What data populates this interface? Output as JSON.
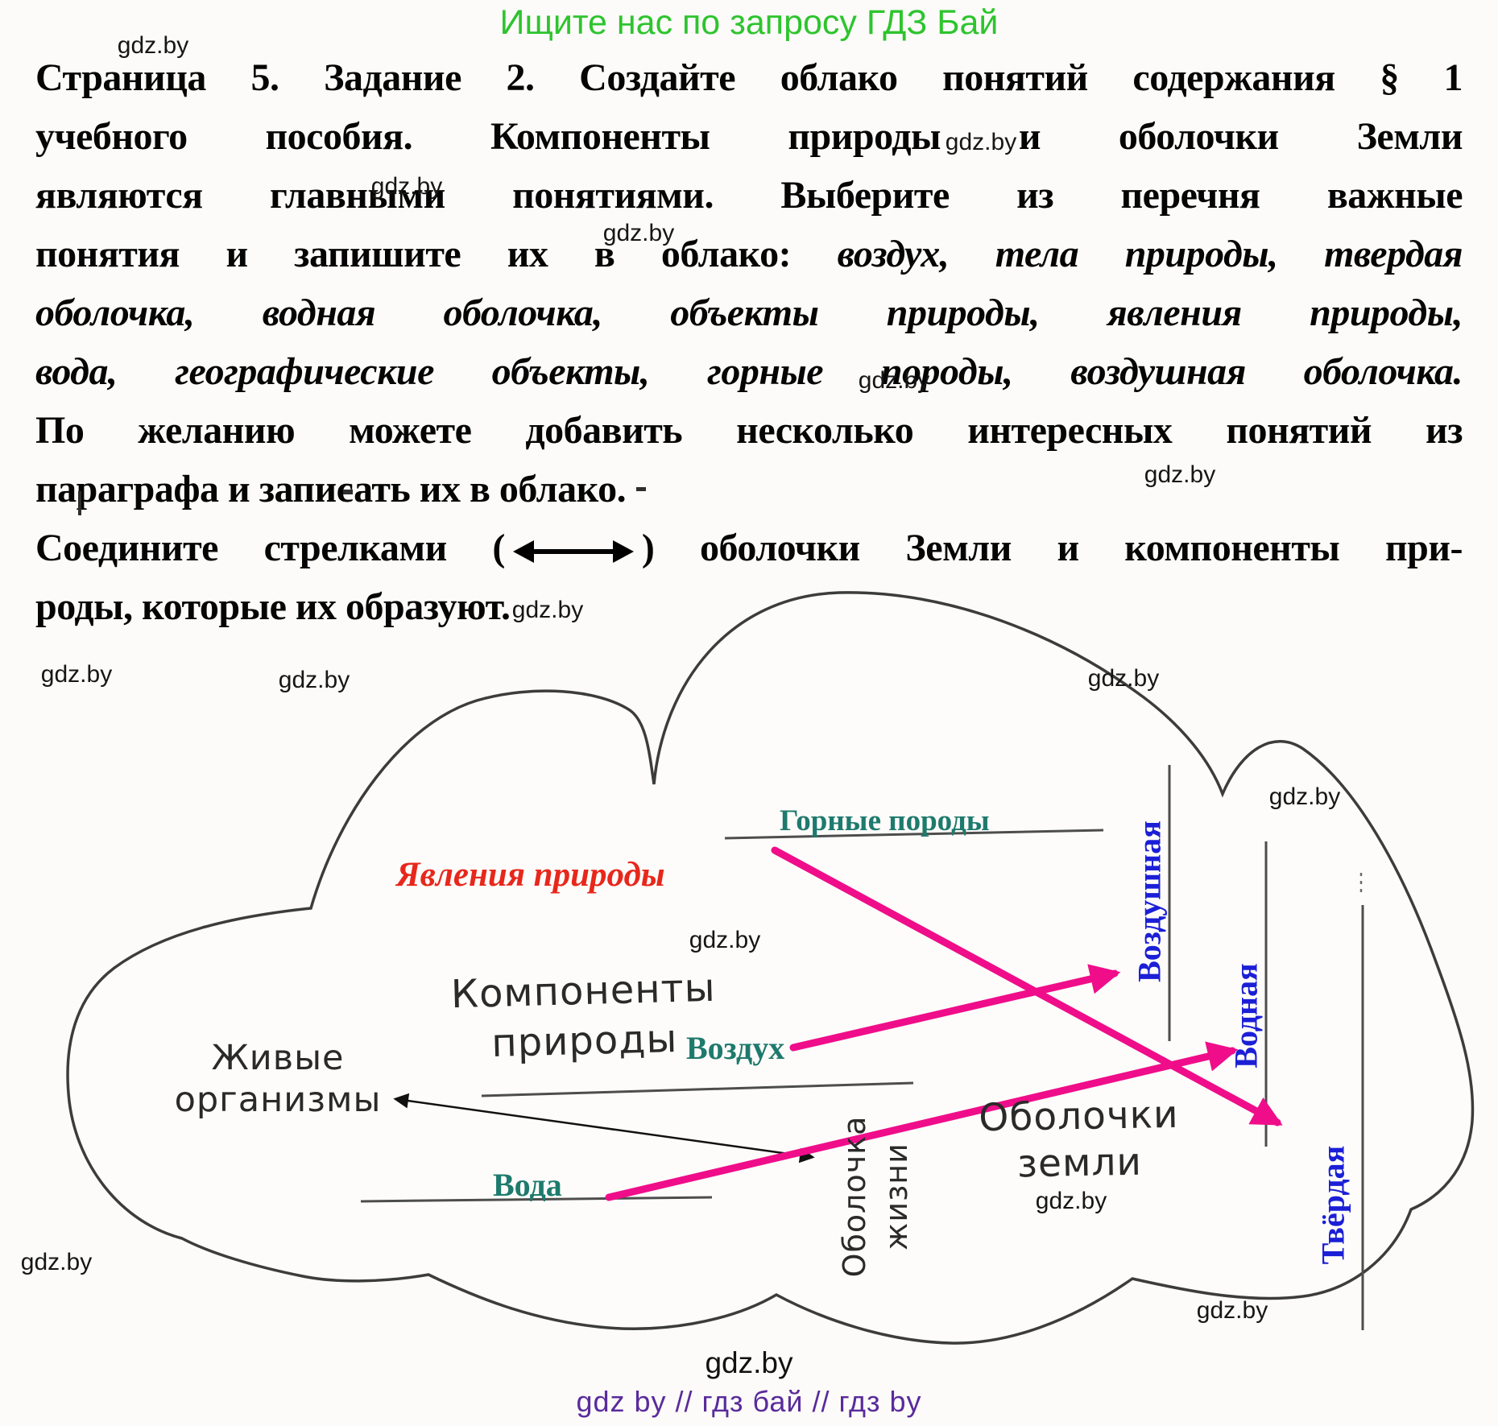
{
  "promo_banner": {
    "text": "Ищите нас по запросу ГДЗ Бай",
    "color": "#2ec42e"
  },
  "watermark": {
    "text": "gdz.by"
  },
  "task_text": {
    "line1": "Страница 5. Задание 2. Создайте облако понятий содержания § 1",
    "line2": "учебного пособия. Компоненты природы и оболочки Земли",
    "line3": "являются главными понятиями. Выберите из перечня важные",
    "line4a": "понятия и запишите их в облако: ",
    "line4b": "воздух, тела природы, твердая",
    "line5": "оболочка, водная оболочка, объекты природы, явления природы,",
    "line6": "вода, географические объекты, горные породы, воздушная оболочка.",
    "line7": "По желанию можете добавить несколько интересных понятий из",
    "line8": "параграфа и записать их в облако.",
    "line9a": "Соедините стрелками (",
    "line9b": ") оболочки Земли и компоненты при-",
    "line10": "роды, которые их образуют."
  },
  "cloud_diagram": {
    "phenomena_label": "Явления природы",
    "components_line1": "Компоненты",
    "components_line2": "природы",
    "living_line1": "Живые",
    "living_line2": "организмы",
    "air_label": "Воздух",
    "water_label": "Вода",
    "rocks_label": "Горные породы",
    "shells_line1": "Оболочки",
    "shells_line2": "земли",
    "life_shell_line1": "Оболочка",
    "life_shell_line2": "жизни",
    "air_shell_label": "Воздушная",
    "water_shell_label": "Водная",
    "solid_shell_label": "Твёрдая",
    "colors": {
      "concept_teal": "#1e7a6d",
      "shell_blue": "#1b1fd6",
      "phenomena_red": "#e8271c",
      "connect_pink": "#ef0d8a",
      "cloud_stroke": "#3c3c3c"
    }
  },
  "footer": {
    "site": "gdz.by",
    "links": "gdz by  //  гдз бай  //  гдз by"
  }
}
